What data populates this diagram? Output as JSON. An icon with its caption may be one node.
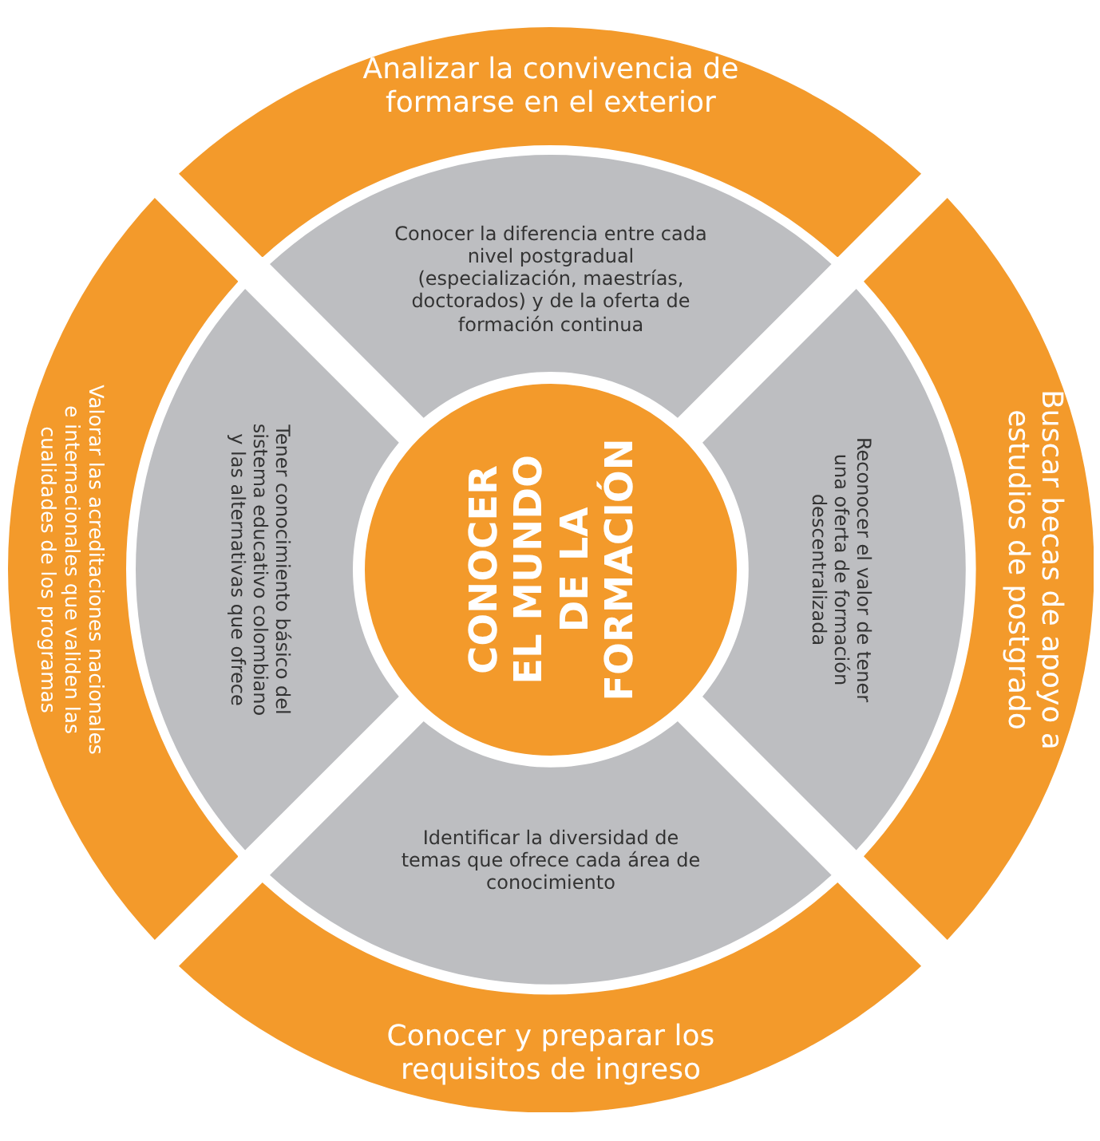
{
  "diagram": {
    "nodes": [
      {
        "text": [
          "Analizar la convivencia de formarse en el exterior"
        ]
      },
      {
        "text": [
          "Buscar becas de apoyo a estudios de postgrado"
        ]
      },
      {
        "text": [
          "Conocer y preparar los requisitos de ingreso"
        ]
      },
      {
        "text": [
          "Valorar las acreditaciones nacionales e internacionales que validen las cualidades de los programas"
        ]
      },
      {
        "text": [
          "Conocer la diferencia entre cada nivel postgradual (especialización, maestrías, doctorados) y de la oferta de formación continua"
        ]
      },
      {
        "text": [
          "Reconocer el valor de tener una oferta de formación descentralizada"
        ]
      },
      {
        "text": [
          "Identificar la diversidad de temas que ofrece cada área de conocimiento"
        ]
      },
      {
        "text": [
          "Tener conocimiento básico del sistema educativo colombiano y las alternativas que ofrece"
        ]
      },
      {
        "text": [
          "CONOCER EL MUNDO DE LA FORMACIÓN"
        ]
      }
    ]
  }
}
